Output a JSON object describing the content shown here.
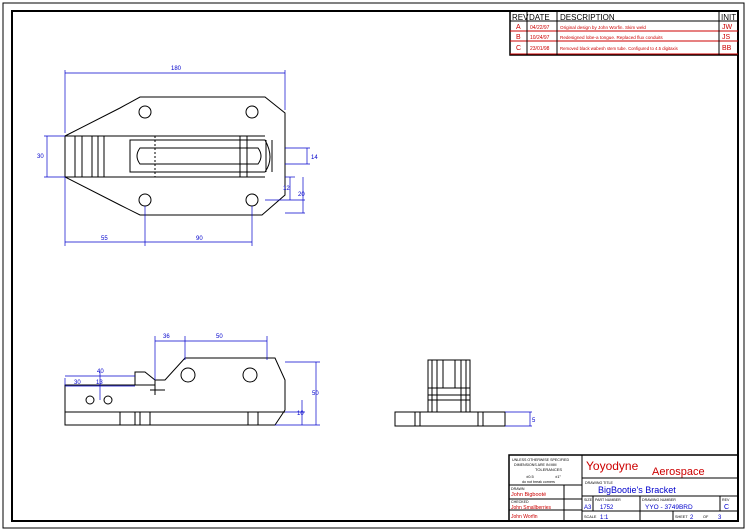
{
  "colors": {
    "border": "#000000",
    "part_line": "#000000",
    "dimension": "#0000cc",
    "title_red": "#cc0000",
    "title_blue": "#0000cc",
    "table_red": "#cc0000"
  },
  "revision_table": {
    "headers": {
      "rev": "REV",
      "date": "DATE",
      "description": "DESCRIPTION",
      "init": "INIT"
    },
    "rows": [
      {
        "rev": "A",
        "date": "04/22/97",
        "description": "Original design by John Worfin. Skim weld",
        "init": "JW"
      },
      {
        "rev": "B",
        "date": "10/24/97",
        "description": "Redesigned lobe-a tongue. Replaced flux conduits",
        "init": "JS"
      },
      {
        "rev": "C",
        "date": "23/01/98",
        "description": "Removed black wabesh stem tube. Configured to 4.5 digitaxis",
        "init": "BB"
      }
    ]
  },
  "dimensions": {
    "top_overall": "180",
    "left_height": "30",
    "slot_width": "14",
    "right_offset_a": "12",
    "right_offset_b": "20",
    "bottom_left": "55",
    "bottom_mid": "90",
    "front_a": "36",
    "front_b": "50",
    "front_c": "40",
    "front_d": "30",
    "front_e": "13",
    "front_height": "50",
    "front_small": "10",
    "side_small": "5"
  },
  "title_block": {
    "company_first": "Yoyodyne",
    "company_second": "Aerospace",
    "notes_title": "UNLESS OTHERWISE SPECIFIED",
    "notes_sub": "DIMENSIONS ARE IN MM",
    "tolerances_label": "TOLERANCES",
    "tol_linear": "±0.5",
    "tol_angular": "±1°",
    "break_edges": "do not break corners",
    "drawing_title_label": "DRAWING TITLE",
    "drawing_title": "BigBootie's Bracket",
    "drawn_label": "DRAWN",
    "drawn_by": "John Bigbooté",
    "checked_label": "CHECKED",
    "checked_by": "John Smallberries",
    "approved_by": "John Worfin",
    "size_label": "SIZE",
    "size_value": "A3",
    "part_label": "PART NUMBER",
    "part_value": "1752",
    "drawing_number_label": "DRAWING NUMBER",
    "drawing_number": "YYO - 3749BRD",
    "rev_label": "REV",
    "rev_value": "C",
    "scale_label": "SCALE",
    "scale_value": "1:1",
    "sheet_label": "SHEET",
    "sheet_value": "2",
    "sheet_of": "OF",
    "sheet_total": "3"
  }
}
